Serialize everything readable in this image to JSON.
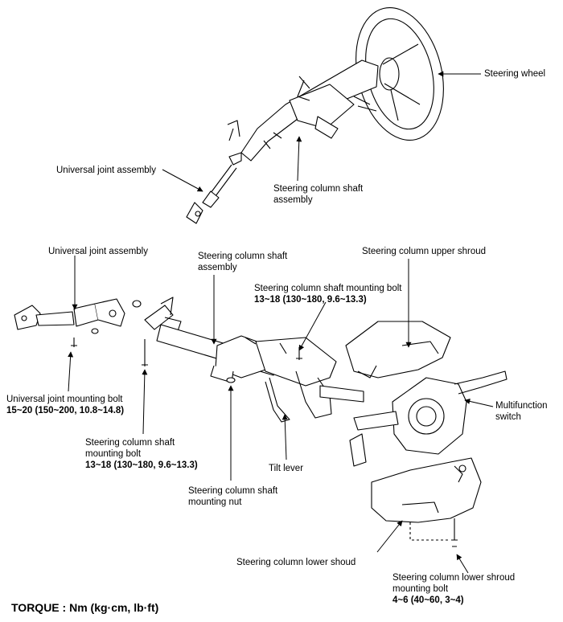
{
  "top_view": {
    "steering_wheel": "Steering wheel",
    "universal_joint": "Universal joint assembly",
    "column_shaft_line1": "Steering column shaft",
    "column_shaft_line2": "assembly"
  },
  "exploded_view": {
    "universal_joint": "Universal joint assembly",
    "column_shaft_line1": "Steering column shaft",
    "column_shaft_line2": "assembly",
    "upper_shroud": "Steering column upper shroud",
    "shaft_mount_bolt_top": {
      "name": "Steering column shaft mounting bolt",
      "spec": "13~18 (130~180, 9.6~13.3)"
    },
    "multifunction_line1": "Multifunction",
    "multifunction_line2": "switch",
    "uj_mount_bolt": {
      "name": "Universal joint mounting bolt",
      "spec": "15~20 (150~200, 10.8~14.8)"
    },
    "shaft_mount_bolt_left": {
      "line1": "Steering column shaft",
      "line2": "mounting bolt",
      "spec": "13~18 (130~180, 9.6~13.3)"
    },
    "tilt_lever": "Tilt lever",
    "mount_nut": {
      "line1": "Steering column shaft",
      "line2": "mounting nut"
    },
    "lower_shroud": "Steering column lower shoud",
    "lower_shroud_bolt": {
      "line1": "Steering column lower shroud",
      "line2": "mounting bolt",
      "spec": "4~6 (40~60, 3~4)"
    }
  },
  "torque_note": "TORQUE : Nm (kg·cm, lb·ft)"
}
